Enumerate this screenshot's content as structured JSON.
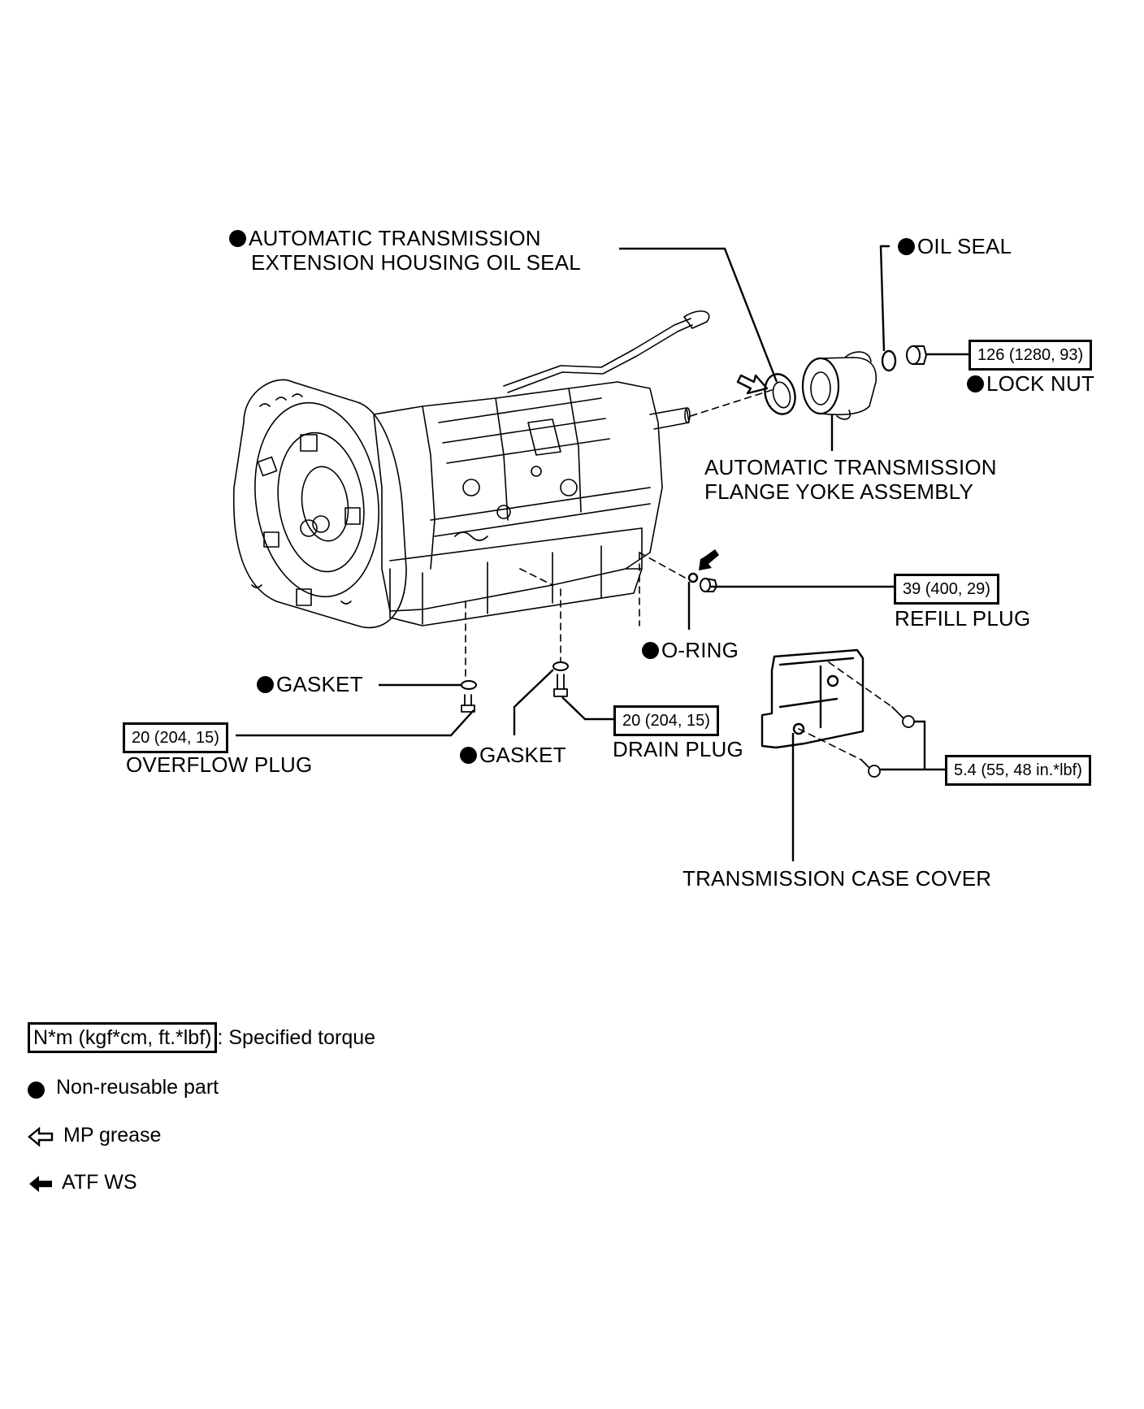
{
  "diagram": {
    "subject": "Automatic transmission components",
    "labels": {
      "ext_housing_oil_seal_line1": "AUTOMATIC TRANSMISSION",
      "ext_housing_oil_seal_line2": "EXTENSION HOUSING OIL SEAL",
      "oil_seal": "OIL SEAL",
      "lock_nut": "LOCK NUT",
      "flange_yoke_line1": "AUTOMATIC TRANSMISSION",
      "flange_yoke_line2": "FLANGE YOKE ASSEMBLY",
      "refill_plug": "REFILL PLUG",
      "o_ring": "O-RING",
      "gasket_upper": "GASKET",
      "gasket_lower": "GASKET",
      "overflow_plug": "OVERFLOW PLUG",
      "drain_plug": "DRAIN PLUG",
      "case_cover": "TRANSMISSION CASE COVER"
    },
    "torques": {
      "lock_nut": "126 (1280, 93)",
      "refill_plug": "39 (400, 29)",
      "overflow_plug": "20 (204, 15)",
      "drain_plug": "20 (204, 15)",
      "case_cover_bolts": "5.4 (55, 48 in.*lbf)"
    },
    "non_reusable_parts": [
      "AUTOMATIC TRANSMISSION EXTENSION HOUSING OIL SEAL",
      "OIL SEAL",
      "LOCK NUT",
      "O-RING",
      "GASKET",
      "GASKET"
    ],
    "markers": {
      "ext_housing_oil_seal": "mp-grease-arrow-icon",
      "o_ring": "atf-ws-arrow-icon"
    }
  },
  "legend": {
    "torque_box": "N*m (kgf*cm, ft.*lbf)",
    "torque_desc": ": Specified torque",
    "non_reusable": "Non-reusable part",
    "mp_grease": "MP grease",
    "atf_ws": "ATF WS"
  }
}
